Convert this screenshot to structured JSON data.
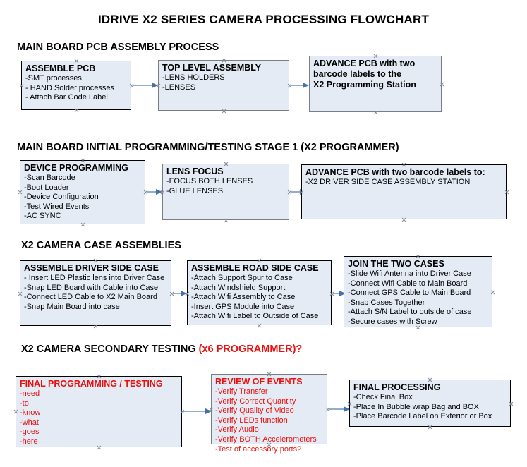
{
  "doc": {
    "title": "IDRIVE X2  SERIES CAMERA PROCESSING FLOWCHART",
    "accent_color": "#e8110f",
    "node_fill": "#e4ebf5",
    "arrow_color": "#4472a8"
  },
  "sections": [
    {
      "heading": "MAIN BOARD PCB ASSEMBLY PROCESS",
      "accent": ""
    },
    {
      "heading": "MAIN BOARD INITIAL PROGRAMMING/TESTING STAGE 1 (X2 PROGRAMMER)",
      "accent": ""
    },
    {
      "heading": "X2 CAMERA CASE ASSEMBLIES",
      "accent": ""
    },
    {
      "heading": "X2 CAMERA SECONDARY TESTING ",
      "accent": "(x6 PROGRAMMER)?"
    }
  ],
  "nodes": {
    "assemble_pcb": {
      "title": "ASSEMBLE PCB",
      "lines": [
        "-SMT processes",
        "- HAND Solder processes",
        "- Attach Bar Code Label"
      ]
    },
    "top_level_assembly": {
      "title": "TOP LEVEL ASSEMBLY",
      "lines": [
        "-LENS HOLDERS",
        "-LENSES"
      ]
    },
    "advance_pcb_station": {
      "title": "ADVANCE PCB with two",
      "title2": "barcode labels to the",
      "title3": " X2 Programming Station"
    },
    "device_programming": {
      "title": "DEVICE PROGRAMMING",
      "lines": [
        "-Scan Barcode",
        "-Boot Loader",
        "-Device Configuration",
        "-Test Wired Events",
        "-AC SYNC"
      ]
    },
    "lens_focus": {
      "title": "LENS FOCUS",
      "lines": [
        "-FOCUS BOTH LENSES",
        "-GLUE LENSES"
      ]
    },
    "advance_pcb_driver": {
      "title": "ADVANCE PCB with two barcode labels to:",
      "lines": [
        "-X2 DRIVER  SIDE  CASE  ASSEMBLY STATION"
      ]
    },
    "assemble_driver_side": {
      "title": "ASSEMBLE DRIVER SIDE CASE",
      "lines": [
        "- Insert LED Plastic lens into Driver Case",
        "-Snap LED Board with Cable into Case",
        "-Connect LED Cable to X2 Main Board",
        "-Snap Main Board into case"
      ]
    },
    "assemble_road_side": {
      "title": "ASSEMBLE ROAD SIDE CASE",
      "lines": [
        "-Attach Support Spur to Case",
        "-Attach Windshield Support",
        "-Attach Wifi Assembly to Case",
        "-Insert GPS Module into Case",
        "-Attach Wifi Label to Outside of Case"
      ]
    },
    "join_two_cases": {
      "title": "JOIN THE TWO CASES",
      "lines": [
        "-Slide Wifi Antenna into Driver Case",
        "-Connect Wifi Cable to Main Board",
        "-Connect GPS Cable to Main Board",
        "-Snap Cases Together",
        "-Attach S/N Label to outside of case",
        "-Secure cases with Screw"
      ]
    },
    "final_programming": {
      "title": "FINAL PROGRAMMING / TESTING",
      "lines": [
        "-need",
        "-to",
        "-know",
        "-what",
        "-goes",
        "-here"
      ]
    },
    "review_of_events": {
      "title": "REVIEW OF EVENTS",
      "lines": [
        "-Verify Transfer",
        "-Verify Correct Quantity",
        "-Verify Quality of Video",
        "-Verify LEDs function",
        "-Verify Audio",
        "-Verify BOTH Accelerometers",
        "-Test of accessory ports?"
      ]
    },
    "final_processing": {
      "title": "FINAL PROCESSING",
      "lines": [
        " -Check Final Box",
        "-Place In Bubble wrap Bag and BOX",
        "-Place Barcode Label on Exterior or Box"
      ]
    }
  }
}
